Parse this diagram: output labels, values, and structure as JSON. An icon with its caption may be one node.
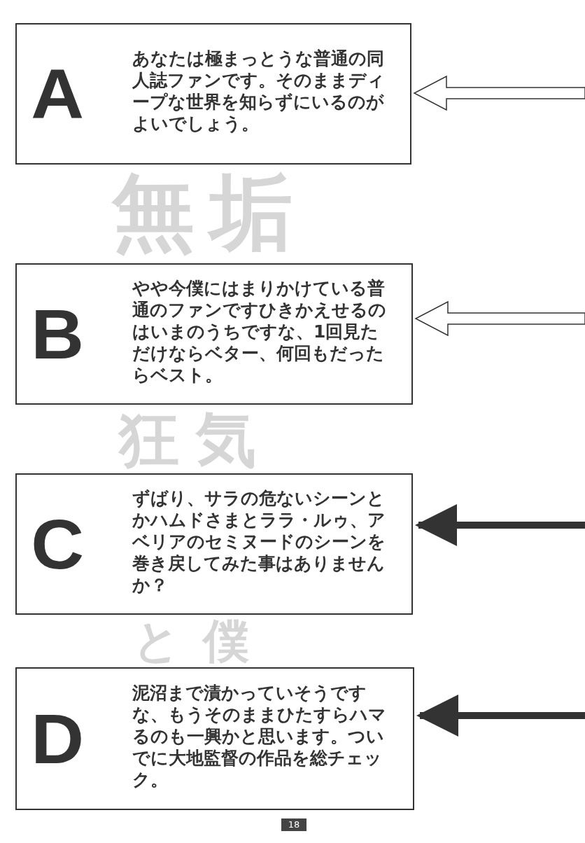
{
  "diagram": {
    "nodes": [
      {
        "text": [
          "A",
          "あなたは極まっとうな普通の同人誌ファンです。そのままディープな世界を知らずにいるのがよいでしょう。"
        ]
      },
      {
        "text": [
          "B",
          "やや今僕にはまりかけている普通のファンですひきかえせるのはいまのうちですな、1回見ただけならベター、何回もだったらベスト。"
        ]
      },
      {
        "text": [
          "C",
          "ずばり、サラの危ないシーンとかハムドさまとララ・ルゥ、アベリアのセミヌードのシーンを巻き戻してみた事はありませんか？"
        ]
      },
      {
        "text": [
          "D",
          "泥沼まで漬かっていそうですな、もうそのままひたすらハマるのも一興かと思います。ついでに大地監督の作品を総チェック。"
        ]
      }
    ],
    "edges": [
      {
        "from": null,
        "to": 0,
        "arrow": "to"
      },
      {
        "from": null,
        "to": 1,
        "arrow": "to"
      },
      {
        "from": null,
        "to": 2,
        "arrow": "to"
      },
      {
        "from": null,
        "to": 3,
        "arrow": "to"
      }
    ],
    "labels": [
      "無",
      "垢",
      "狂",
      "気",
      "と",
      "僕",
      "18"
    ]
  }
}
